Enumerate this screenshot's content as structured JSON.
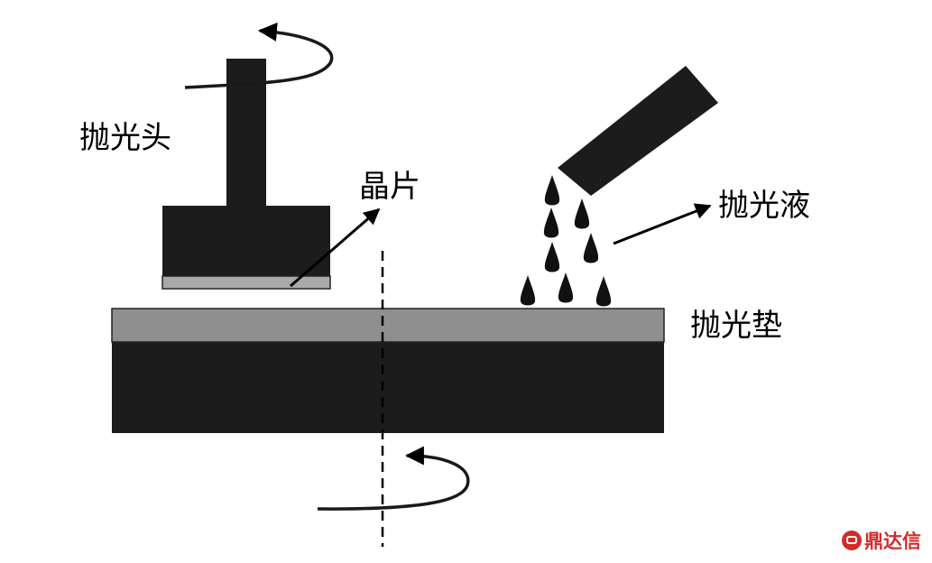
{
  "labels": {
    "polishing_head": "抛光头",
    "wafer": "晶片",
    "slurry": "抛光液",
    "polishing_pad": "抛光垫"
  },
  "watermark": {
    "text": "鼎达信",
    "icon": "brand-logo-icon",
    "color": "#d42a2a"
  },
  "colors": {
    "dark": "#1c1c1c",
    "pad": "#8f8f8f",
    "wafer": "#a9a9a9"
  }
}
